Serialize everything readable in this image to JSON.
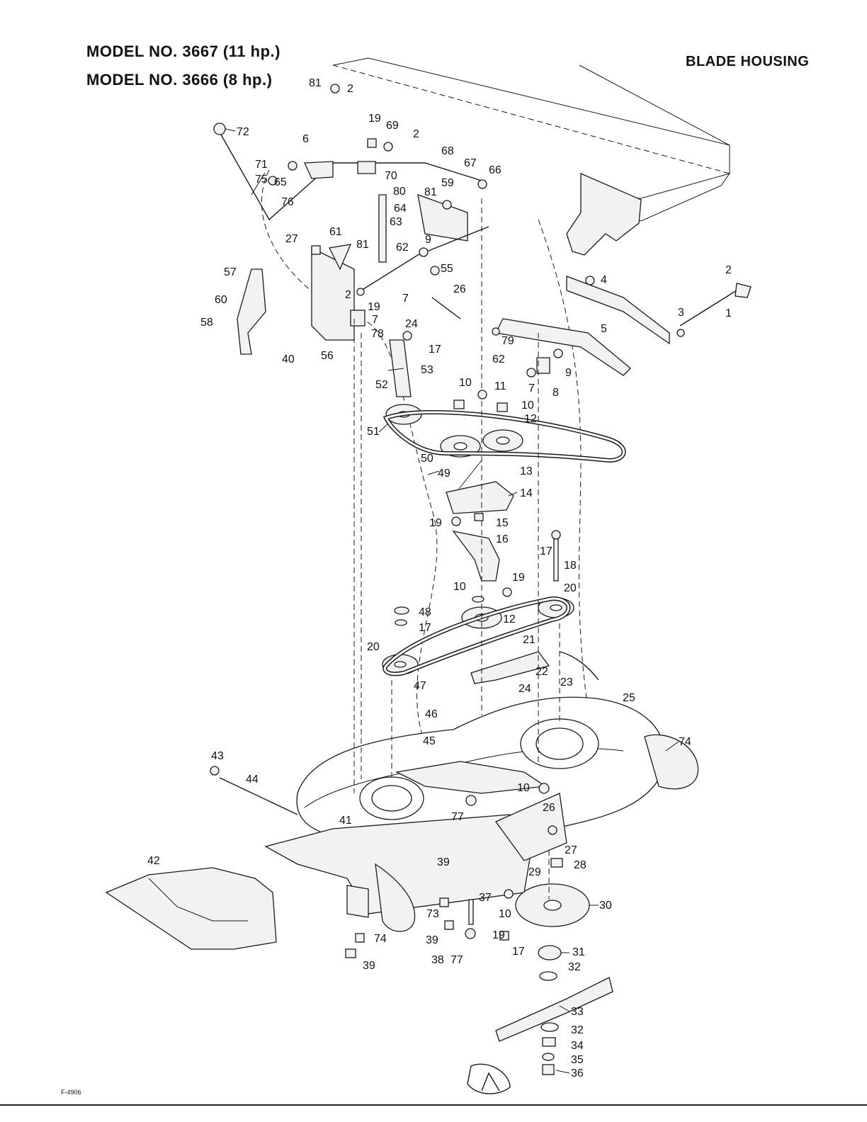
{
  "header": {
    "model_line_1": "MODEL NO. 3667 (11 hp.)",
    "model_line_2": "MODEL NO. 3666 (8 hp.)",
    "section_title": "BLADE HOUSING"
  },
  "footer": {
    "figure_code": "F-4906"
  },
  "part_callouts": [
    "81",
    "2",
    "19",
    "69",
    "2",
    "72",
    "6",
    "71",
    "75",
    "65",
    "76",
    "70",
    "68",
    "67",
    "66",
    "80",
    "59",
    "81",
    "64",
    "63",
    "27",
    "61",
    "81",
    "62",
    "9",
    "55",
    "57",
    "60",
    "2",
    "19",
    "7",
    "7",
    "26",
    "58",
    "40",
    "56",
    "78",
    "24",
    "17",
    "53",
    "52",
    "4",
    "2",
    "3",
    "1",
    "5",
    "79",
    "62",
    "9",
    "7",
    "8",
    "10",
    "11",
    "10",
    "12",
    "51",
    "50",
    "13",
    "49",
    "14",
    "19",
    "15",
    "16",
    "17",
    "18",
    "10",
    "19",
    "20",
    "48",
    "17",
    "12",
    "20",
    "21",
    "47",
    "22",
    "23",
    "24",
    "25",
    "74",
    "46",
    "45",
    "43",
    "44",
    "10",
    "26",
    "77",
    "41",
    "27",
    "39",
    "28",
    "29",
    "42",
    "37",
    "30",
    "73",
    "10",
    "74",
    "39",
    "19",
    "38",
    "77",
    "17",
    "31",
    "32",
    "39",
    "33",
    "32",
    "34",
    "35",
    "36"
  ]
}
